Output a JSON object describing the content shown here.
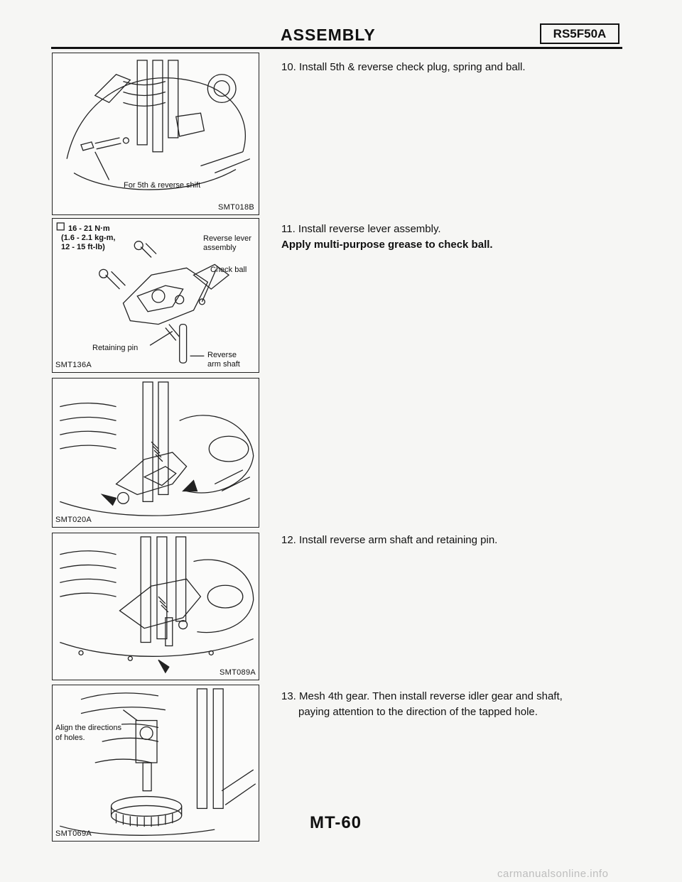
{
  "header": {
    "title": "ASSEMBLY",
    "model": "RS5F50A"
  },
  "figures": {
    "fig1": {
      "code": "SMT018B",
      "label_shift": "For 5th & reverse shift"
    },
    "fig2": {
      "code": "SMT136A",
      "torque_line1": "16 - 21 N·m",
      "torque_line2": "(1.6 - 2.1 kg-m,",
      "torque_line3": "12 - 15 ft-lb)",
      "reverse_lever_1": "Reverse lever",
      "reverse_lever_2": "assembly",
      "check_ball": "Check ball",
      "retaining_pin": "Retaining pin",
      "reverse_arm_1": "Reverse",
      "reverse_arm_2": "arm shaft"
    },
    "fig3": {
      "code": "SMT020A"
    },
    "fig4": {
      "code": "SMT089A"
    },
    "fig5": {
      "code": "SMT069A",
      "align_1": "Align the directions",
      "align_2": "of holes."
    }
  },
  "steps": {
    "s10": "10. Install 5th & reverse check plug, spring and ball.",
    "s11_line1": "11. Install reverse lever assembly.",
    "s11_line2": "Apply multi-purpose grease to check ball.",
    "s12": "12. Install reverse arm shaft and retaining pin.",
    "s13_line1": "13. Mesh 4th gear. Then install reverse idler gear and shaft,",
    "s13_line2": "paying attention to the direction of the tapped hole."
  },
  "footer": {
    "page_number": "MT-60",
    "watermark": "carmanualsonline.info"
  }
}
